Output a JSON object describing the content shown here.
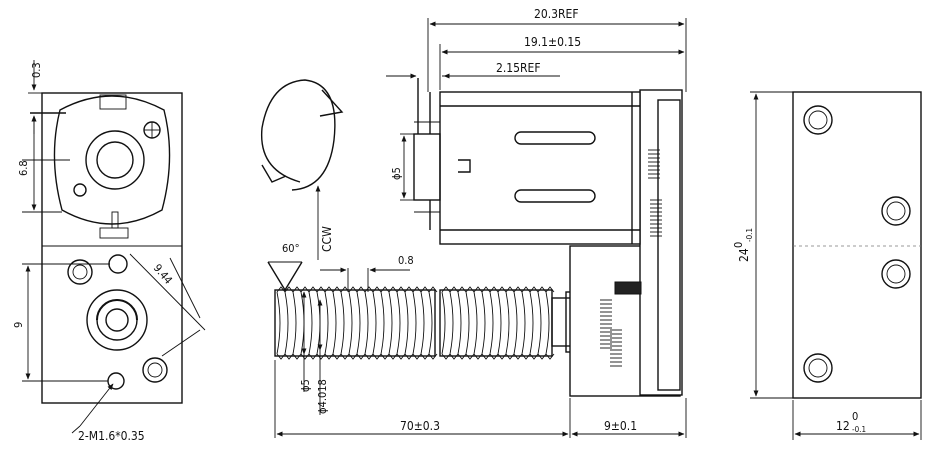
{
  "left_view": {
    "dims": {
      "top_offset": "0.3",
      "motor_center": "6.8",
      "hole_spacing": "9",
      "diagonal": "9.44"
    },
    "callout": "2-M1.6*0.35"
  },
  "front_view": {
    "dims": {
      "overall_ref": "20.3REF",
      "motor_len": "19.1±0.15",
      "shaft_ref": "2.15REF",
      "shaft_dia": "ϕ5",
      "thread_angle": "60°",
      "thread_pitch": "0.8",
      "rotation": "CCW",
      "screw_outer": "ϕ5",
      "screw_root": "ϕ4.018",
      "screw_len": "70±0.3",
      "gearbox_len": "9±0.1"
    }
  },
  "right_view": {
    "dims": {
      "height_base": "24",
      "height_sup": "0",
      "height_sub": "-0.1",
      "width_base": "12",
      "width_sup": "0",
      "width_sub": "-0.1"
    }
  }
}
